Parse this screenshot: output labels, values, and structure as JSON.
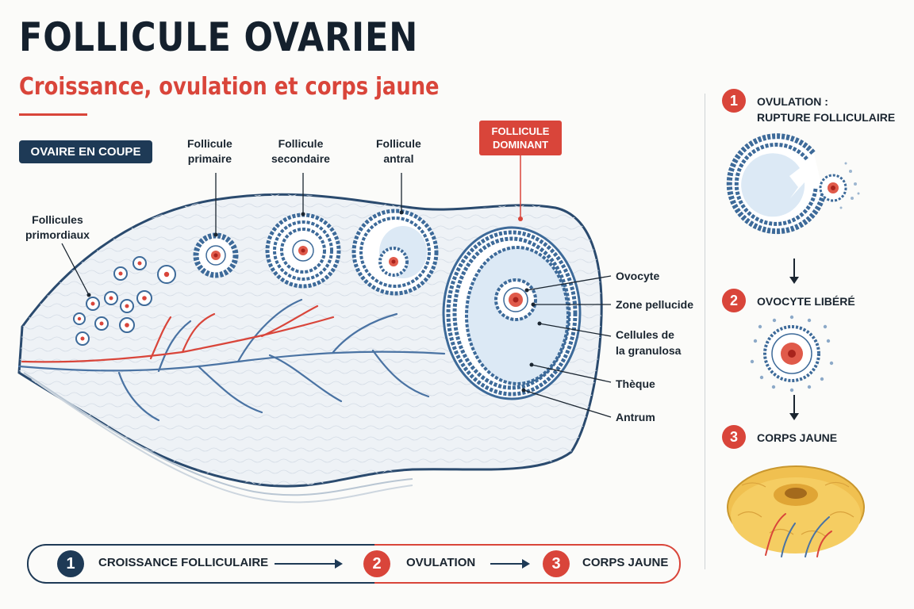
{
  "title": "FOLLICULE OVARIEN",
  "subtitle": "Croissance, ovulation et corps jaune",
  "section_tag": "OVAIRE EN COUPE",
  "labels": {
    "primordiaux": "Follicules\nprimordiaux",
    "primaire": "Follicule\nprimaire",
    "secondaire": "Follicule\nsecondaire",
    "antral": "Follicule\nantral",
    "dominant": [
      "FOLLICULE",
      "DOMINANT"
    ],
    "ovocyte": "Ovocyte",
    "zone_pellucide": "Zone pellucide",
    "granulosa": "Cellules de\nla granulosa",
    "theque": "Thèque",
    "antrum": "Antrum"
  },
  "steps": [
    {
      "num": "1",
      "title": "OVULATION :\nRUPTURE FOLLICULAIRE"
    },
    {
      "num": "2",
      "title": "OVOCYTE LIBÉRÉ"
    },
    {
      "num": "3",
      "title": "CORPS JAUNE"
    }
  ],
  "bar": {
    "step1_num": "1",
    "step1": "CROISSANCE FOLLICULAIRE",
    "step2_num": "2",
    "step2": "OVULATION",
    "step3_num": "3",
    "step3": "CORPS JAUNE"
  },
  "colors": {
    "navy": "#1e3a56",
    "red": "#d9453a",
    "cell_blue": "#3d6a99",
    "antrum": "#dce9f5",
    "corpus_yellow": "#f0c050"
  }
}
